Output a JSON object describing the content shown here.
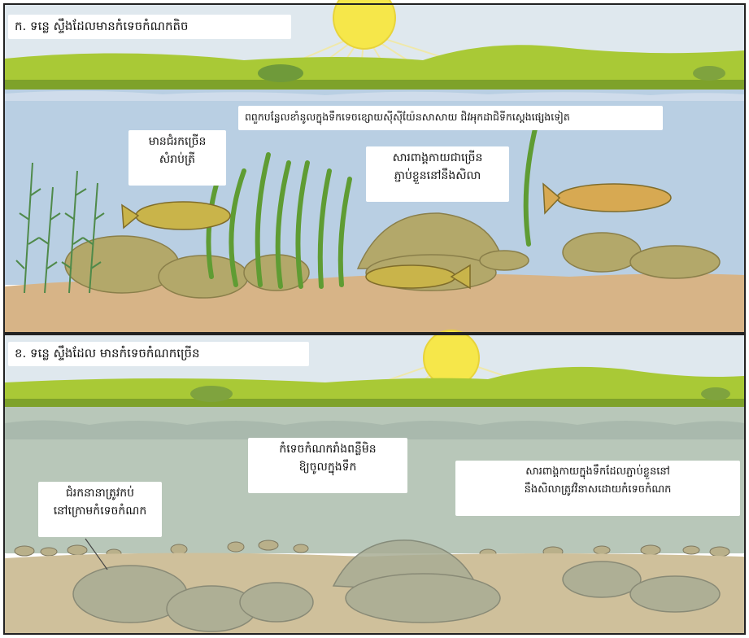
{
  "panel_top": {
    "title": "ក. ទន្លេ ស្ទឹងដែលមានកំទេចកំណកតិច",
    "labels": {
      "plants_line": "ពពួកបន្លែលខាំនូលក្នុងទឹកទេចខ្សោយសុីសុីយ៉ែនសាសាយ ជិវអុកដាជិទីកស្តេងផ្សេងទៀត",
      "shelter_1": "មានជំរកច្រើន",
      "shelter_2": "សំរាប់ត្រី",
      "organisms_1": "សារពាង្គកាយជាច្រើន",
      "organisms_2": "ភ្ជាប់ខ្លួននៅនឹងសិលា"
    }
  },
  "panel_bottom": {
    "title": "ខ. ទន្លេ ស្ទឹងដែល មានកំទេចកំណកច្រើន",
    "labels": {
      "sediment_1": "កំទេចកំណករាំងពន្លឺមិន",
      "sediment_2": "ឱ្យចូលក្នុងទឹក",
      "shelter_1": "ជំរកនានាត្រូវកប់",
      "shelter_2": "នៅក្រោមកំទេចកំណក",
      "organisms_1": "សារពាង្គកាយក្នុងទឹកដែលភ្ជាប់ខ្លួននៅ",
      "organisms_2": "នឹងសិលាត្រូវវិនាសដោយកំទេចកំណក"
    }
  },
  "colors": {
    "sky": "#dfe8ee",
    "grass": "#a9c936",
    "grass_dark": "#7ea22a",
    "water_clear": "#b9cfe3",
    "water_murky": "#b8c7b9",
    "sand": "#d7b487",
    "sand_murky": "#cfc09b",
    "rock": "#b3a86a",
    "rock_murky": "#a9ad95",
    "sun": "#f6e74a",
    "fish": "#c9b44a"
  }
}
